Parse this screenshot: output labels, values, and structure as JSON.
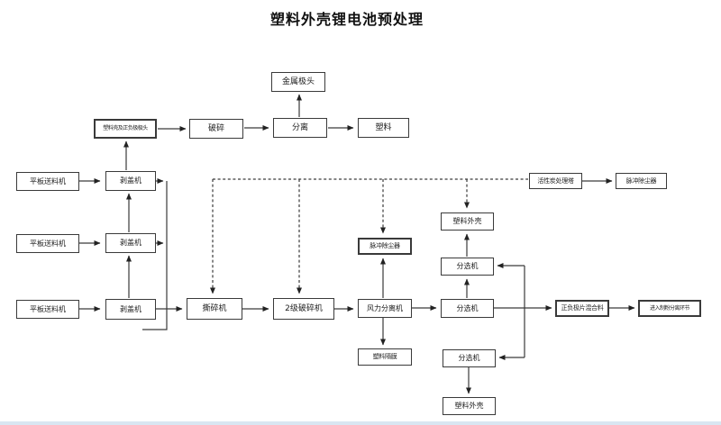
{
  "title": "塑料外壳锂电池预处理",
  "colors": {
    "line": "#3a3a3a",
    "box_border": "#3a3a3a",
    "bottom_strip": "#d9e6f2"
  },
  "nodes": {
    "metal_pole_head": "金属极头",
    "shell_and_pole_heads": "塑料壳及正负极极头",
    "crushing": "破碎",
    "separation": "分离",
    "plastic": "塑料",
    "feeder1": "平板送料机",
    "feeder2": "平板送料机",
    "feeder3": "平板送料机",
    "lid_peeler1": "剥盖机",
    "lid_peeler2": "剥盖机",
    "lid_peeler3": "剥盖机",
    "shredder": "撕碎机",
    "secondary_crusher": "2级破碎机",
    "wind_separator": "风力分离机",
    "pulse_dust_collector_mid": "脉冲除尘器",
    "plastic_membrane": "塑料隔膜",
    "sorter_main": "分选机",
    "sorter_upper": "分选机",
    "sorter_lower": "分选机",
    "plastic_shell_upper": "塑料外壳",
    "plastic_shell_lower": "塑料外壳",
    "activated_carbon_tower": "活性炭处理塔",
    "pulse_dust_collector_top": "脉冲除尘器",
    "electrode_sheet_mix": "正负极片混合料",
    "powder_separation_step": "进入制粉分离环节"
  }
}
